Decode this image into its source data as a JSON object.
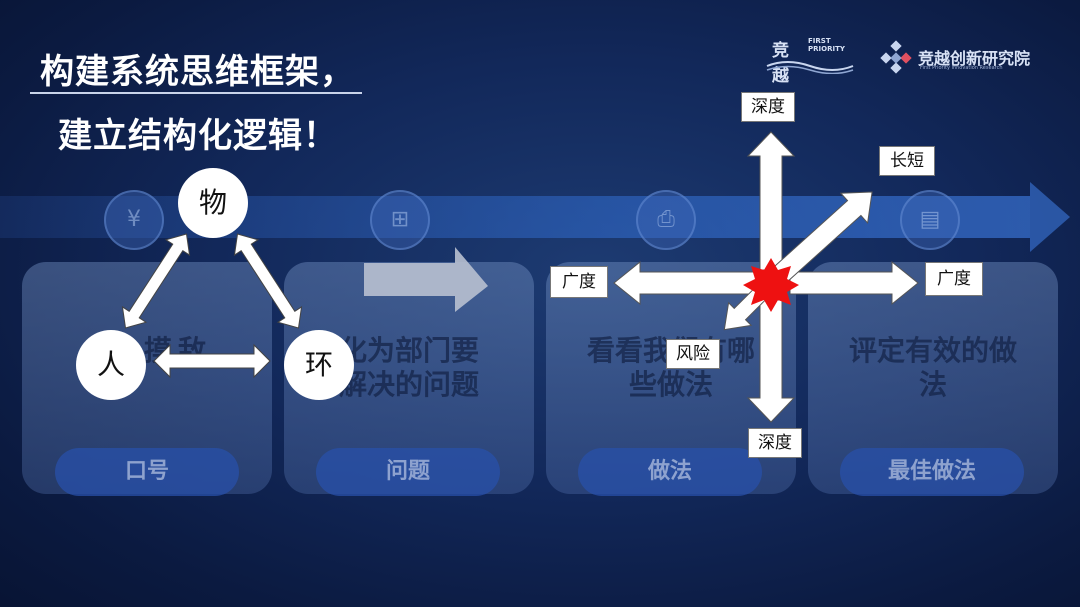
{
  "title": {
    "line1": "构建系统思维框架，",
    "line2": "建立结构化逻辑！"
  },
  "logos": {
    "brand1_cn": "竞越",
    "brand1_en_1": "FIRST",
    "brand1_en_2": "PRIORITY",
    "brand1_sub": "",
    "brand2_cn": "竞越创新研究院",
    "brand2_en": "First Priority Innovation Research"
  },
  "cards": [
    {
      "text_lines": [
        "摸",
        "",
        "敌"
      ],
      "pill": "口号",
      "icon": "money-bag-icon",
      "icon_glyph": "¥"
    },
    {
      "text_lines": [
        "化为部门要",
        "解决的问题"
      ],
      "pill": "问题",
      "icon": "org-chart-icon",
      "icon_glyph": "⊞"
    },
    {
      "text_lines": [
        "看看我们有哪",
        "些做法"
      ],
      "pill": "做法",
      "icon": "printer-icon",
      "icon_glyph": "⎙"
    },
    {
      "text_lines": [
        "评定有效的做",
        "法"
      ],
      "pill": "最佳做法",
      "icon": "document-icon",
      "icon_glyph": "▤"
    }
  ],
  "triangle": {
    "top": "物",
    "left": "人",
    "right": "环"
  },
  "star_diagram": {
    "up": "深度",
    "down": "深度",
    "left": "广度",
    "right": "广度",
    "upright": "长短",
    "downleft": "风险",
    "center_color": "#ee1111"
  },
  "colors": {
    "background": "#12285a",
    "accent": "#3a6fd0",
    "star": "#ee1111"
  }
}
